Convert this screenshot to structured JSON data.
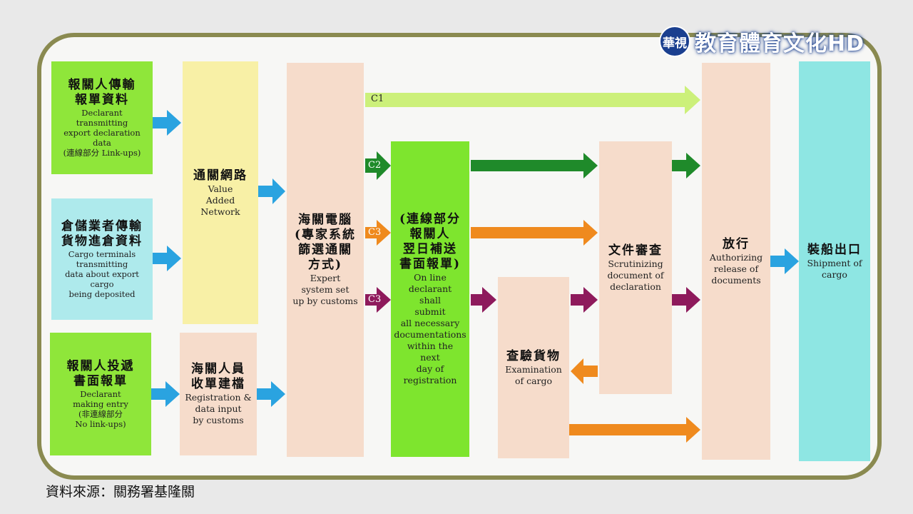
{
  "logo": {
    "mark": "華視",
    "text": "教育體育文化HD"
  },
  "source_note": "資料來源：關務署基隆關",
  "boxes": {
    "declarant_transmit": {
      "zh": "報關人傳輸\n報單資料",
      "en": "Declarant\ntransmitting\nexport declaration\ndata\n(連線部分 Link-ups)"
    },
    "cargo_terminals": {
      "zh": "倉儲業者傳輸\n貨物進倉資料",
      "en": "Cargo terminals\ntransmitting\ndata about export\ncargo\nbeing deposited"
    },
    "declarant_entry": {
      "zh": "報關人投遞\n書面報單",
      "en": "Declarant\nmaking entry\n(非連線部分\nNo link-ups)"
    },
    "van": {
      "zh": "通關網路",
      "en": "Value\nAdded\nNetwork"
    },
    "registration": {
      "zh": "海關人員\n收單建檔",
      "en": "Registration &\ndata input\nby customs"
    },
    "customs_computer": {
      "zh": "海關電腦\n(專家系統\n篩選通關\n方式)",
      "en": "Expert\nsystem set\nup by customs"
    },
    "online_declarant": {
      "zh": "(連線部分\n報關人\n翌日補送\n書面報單)",
      "en": "On line\ndeclarant\nshall\nsubmit\nall necessary\ndocumentations\nwithin the\nnext\nday of\nregistration"
    },
    "examination": {
      "zh": "查驗貨物",
      "en": "Examination\nof cargo"
    },
    "scrutinizing": {
      "zh": "文件審查",
      "en": "Scrutinizing\ndocument of\ndeclaration"
    },
    "release": {
      "zh": "放行",
      "en": "Authorizing\nrelease of\ndocuments"
    },
    "shipment": {
      "zh": "裝船出口",
      "en": "Shipment of\ncargo"
    }
  },
  "channels": {
    "c1": "C1",
    "c2": "C2",
    "c3a": "C3",
    "c3b": "C3"
  },
  "colors": {
    "blue_arrow": "#2aa3e0",
    "c1": "#ccf07a",
    "c2": "#1f8a2a",
    "c3_orange": "#ef8a1e",
    "c3_purple": "#8e1a5c"
  }
}
